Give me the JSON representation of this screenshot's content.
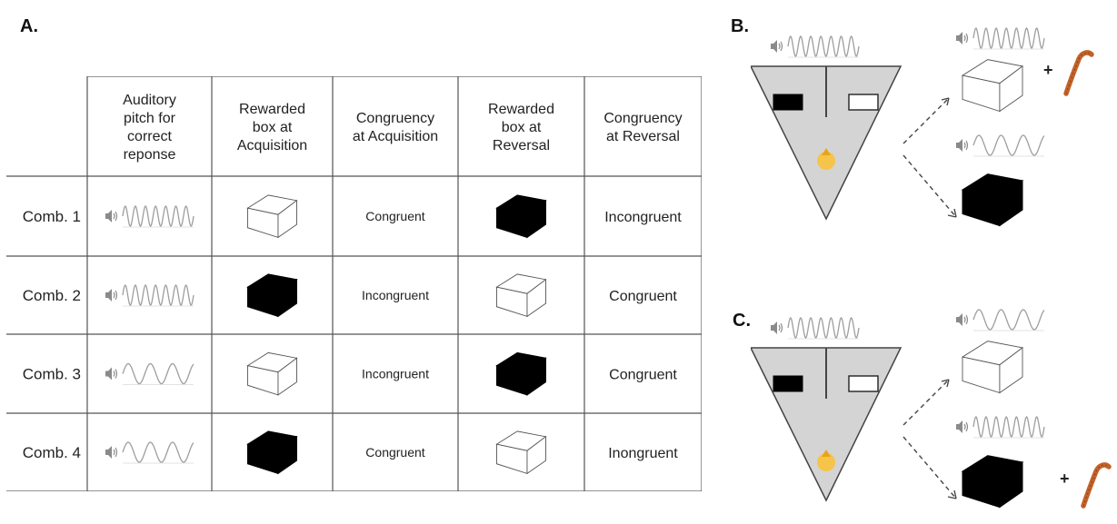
{
  "panels": {
    "a": "A.",
    "b": "B.",
    "c": "C."
  },
  "table": {
    "headers": [
      "",
      [
        "Auditory",
        "pitch for",
        "correct",
        "reponse"
      ],
      [
        "Rewarded",
        "box at",
        "Acquisition"
      ],
      [
        "Congruency",
        "at Acquisition"
      ],
      [
        "Rewarded",
        "box at",
        "Reversal"
      ],
      [
        "Congruency",
        "at Reversal"
      ]
    ],
    "rows": [
      {
        "label": "Comb. 1",
        "pitch": "high",
        "acq_box": "white",
        "acq_congruency": "Congruent",
        "rev_box": "black",
        "rev_congruency": "Incongruent"
      },
      {
        "label": "Comb. 2",
        "pitch": "high",
        "acq_box": "black",
        "acq_congruency": "Incongruent",
        "rev_box": "white",
        "rev_congruency": "Congruent"
      },
      {
        "label": "Comb. 3",
        "pitch": "low",
        "acq_box": "white",
        "acq_congruency": "Incongruent",
        "rev_box": "black",
        "rev_congruency": "Congruent"
      },
      {
        "label": "Comb. 4",
        "pitch": "low",
        "acq_box": "black",
        "acq_congruency": "Congruent",
        "rev_box": "white",
        "rev_congruency": "Inongruent"
      }
    ]
  },
  "diagram_b": {
    "maze_sound": "high",
    "arms": [
      {
        "sound": "high",
        "box": "white",
        "reward": "+"
      },
      {
        "sound": "low",
        "box": "black",
        "reward": ""
      }
    ]
  },
  "diagram_c": {
    "maze_sound": "high",
    "arms": [
      {
        "sound": "low",
        "box": "white",
        "reward": ""
      },
      {
        "sound": "high",
        "box": "black",
        "reward": "+"
      }
    ]
  },
  "icons": [
    "speaker-icon",
    "sound-wave-icon",
    "box-icon",
    "mealworm-icon",
    "mouse-icon"
  ],
  "colors": {
    "maze_fill": "#d4d4d4",
    "mouse": "#f6c44a",
    "worm": "#c2622a",
    "wave": "#9e9e9e",
    "black_box": "#000000"
  }
}
